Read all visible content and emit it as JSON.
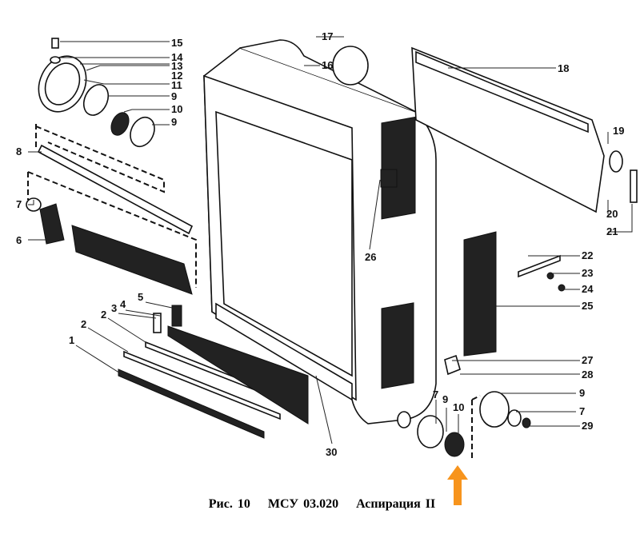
{
  "caption": {
    "figure": "Рис. 10",
    "code": "МСУ 03.020",
    "title": "Аспирация II"
  },
  "callouts": [
    "15",
    "14",
    "13",
    "12",
    "11",
    "9",
    "10",
    "9",
    "8",
    "7",
    "6",
    "17",
    "16",
    "18",
    "19",
    "20",
    "21",
    "22",
    "23",
    "24",
    "25",
    "26",
    "27",
    "28",
    "9",
    "7",
    "29",
    "10",
    "9",
    "7",
    "30",
    "1",
    "2",
    "2",
    "3",
    "4",
    "5"
  ],
  "colors": {
    "arrow": "#f7941d",
    "line": "#111111"
  },
  "icons": {
    "pointer": "arrow-up-icon"
  }
}
